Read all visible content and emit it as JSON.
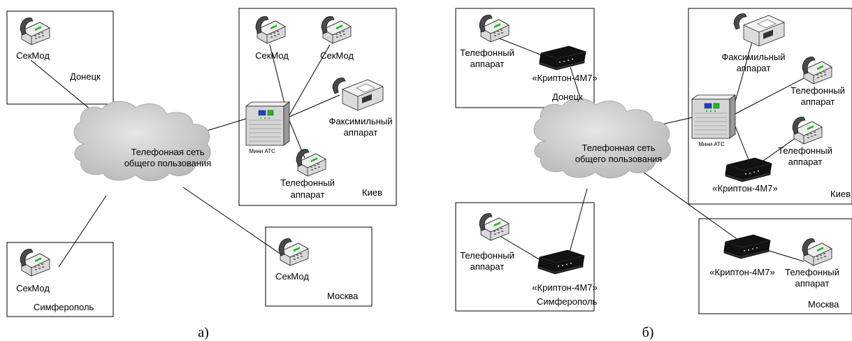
{
  "diagram_a": {
    "caption": "а)",
    "cloud_label": [
      "Телефонная сеть",
      "общего пользования"
    ],
    "nodes": {
      "donetsk": {
        "city": "Донецк",
        "phone_label": "СекМод"
      },
      "kiev": {
        "city": "Киев",
        "phone1_label": "СекМод",
        "phone2_label": "СекМод",
        "pbx_label": "Мини АТС",
        "fax_label": [
          "Факсимильный",
          "аппарат"
        ],
        "phone3_label": [
          "Телефонный",
          "аппарат"
        ]
      },
      "simferopol": {
        "city": "Симферополь",
        "phone_label": "СекМод"
      },
      "moscow": {
        "city": "Москва",
        "phone_label": "СекМод"
      }
    }
  },
  "diagram_b": {
    "caption": "б)",
    "cloud_label": [
      "Телефонная сеть",
      "общего пользования"
    ],
    "nodes": {
      "donetsk": {
        "city": "Донецк",
        "phone_label": [
          "Телефонный",
          "аппарат"
        ],
        "modem_label": "«Криптон-4М7»"
      },
      "kiev": {
        "city": "Киев",
        "fax_label": [
          "Факсимильный",
          "аппарат"
        ],
        "phone1_label": [
          "Телефонный",
          "аппарат"
        ],
        "phone2_label": [
          "Телефонный",
          "аппарат"
        ],
        "pbx_label": "Мини АТС",
        "modem_label": "«Криптон-4М7»"
      },
      "simferopol": {
        "city": "Симферополь",
        "phone_label": [
          "Телефонный",
          "аппарат"
        ],
        "modem_label": "«Криптон-4М7»"
      },
      "moscow": {
        "city": "Москва",
        "phone_label": [
          "Телефонный",
          "аппарат"
        ],
        "modem_label": "«Криптон-4М7»"
      }
    }
  },
  "icons": {
    "telephone": "telephone-icon",
    "fax": "fax-machine-icon",
    "pbx": "mini-pbx-icon",
    "modem": "crypto-modem-icon",
    "cloud": "network-cloud-icon"
  },
  "colors": {
    "cloud_fill": "#c9c9c9",
    "device_light": "#dcdcdc",
    "device_dark": "#555555",
    "indicator_green": "#19c319",
    "indicator_blue": "#1f3fcf"
  }
}
